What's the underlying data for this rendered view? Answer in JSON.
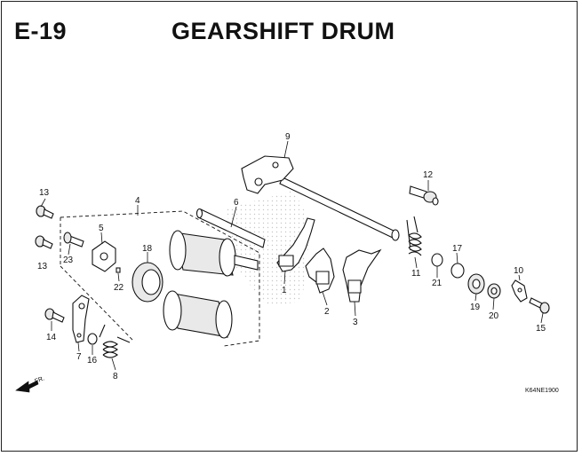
{
  "header": {
    "code": "E-19",
    "title": "GEARSHIFT DRUM"
  },
  "diagram_code": "K64NE1900",
  "direction_marker": "FR.",
  "parts": [
    {
      "label": "1"
    },
    {
      "label": "2"
    },
    {
      "label": "3"
    },
    {
      "label": "4"
    },
    {
      "label": "5"
    },
    {
      "label": "6"
    },
    {
      "label": "7"
    },
    {
      "label": "8"
    },
    {
      "label": "9"
    },
    {
      "label": "10"
    },
    {
      "label": "11"
    },
    {
      "label": "12"
    },
    {
      "label": "13"
    },
    {
      "label": "13"
    },
    {
      "label": "14"
    },
    {
      "label": "15"
    },
    {
      "label": "16"
    },
    {
      "label": "17"
    },
    {
      "label": "18"
    },
    {
      "label": "19"
    },
    {
      "label": "20"
    },
    {
      "label": "21"
    },
    {
      "label": "22"
    },
    {
      "label": "23"
    }
  ]
}
